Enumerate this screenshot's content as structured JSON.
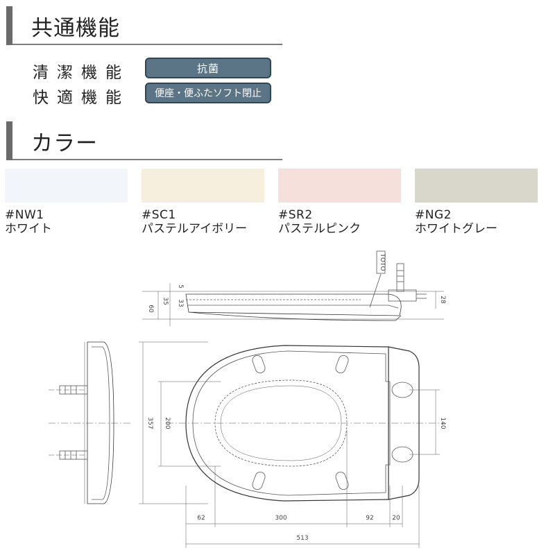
{
  "common_section": {
    "title": "共通機能"
  },
  "features": [
    {
      "label": "清潔機能",
      "badge": "抗菌"
    },
    {
      "label": "快適機能",
      "badge": "便座・便ふたソフト閉止"
    }
  ],
  "color_section": {
    "title": "カラー"
  },
  "colors": [
    {
      "code": "#NW1",
      "name": "ホワイト",
      "hex": "#f2f6fa"
    },
    {
      "code": "#SC1",
      "name": "パステルアイボリー",
      "hex": "#f6efde"
    },
    {
      "code": "#SR2",
      "name": "パステルピンク",
      "hex": "#f6e0dc"
    },
    {
      "code": "#NG2",
      "name": "ホワイトグレー",
      "hex": "#d9d6cc"
    }
  ],
  "drawing": {
    "brand_mark": "TOTO",
    "dims": {
      "side_5": "5",
      "side_35": "35",
      "side_33": "33",
      "side_60": "60",
      "side_28": "28",
      "v_357": "357",
      "v_200": "200",
      "v_140": "140",
      "h_62": "62",
      "h_300": "300",
      "h_92": "92",
      "h_20": "20",
      "h_513": "513"
    }
  }
}
